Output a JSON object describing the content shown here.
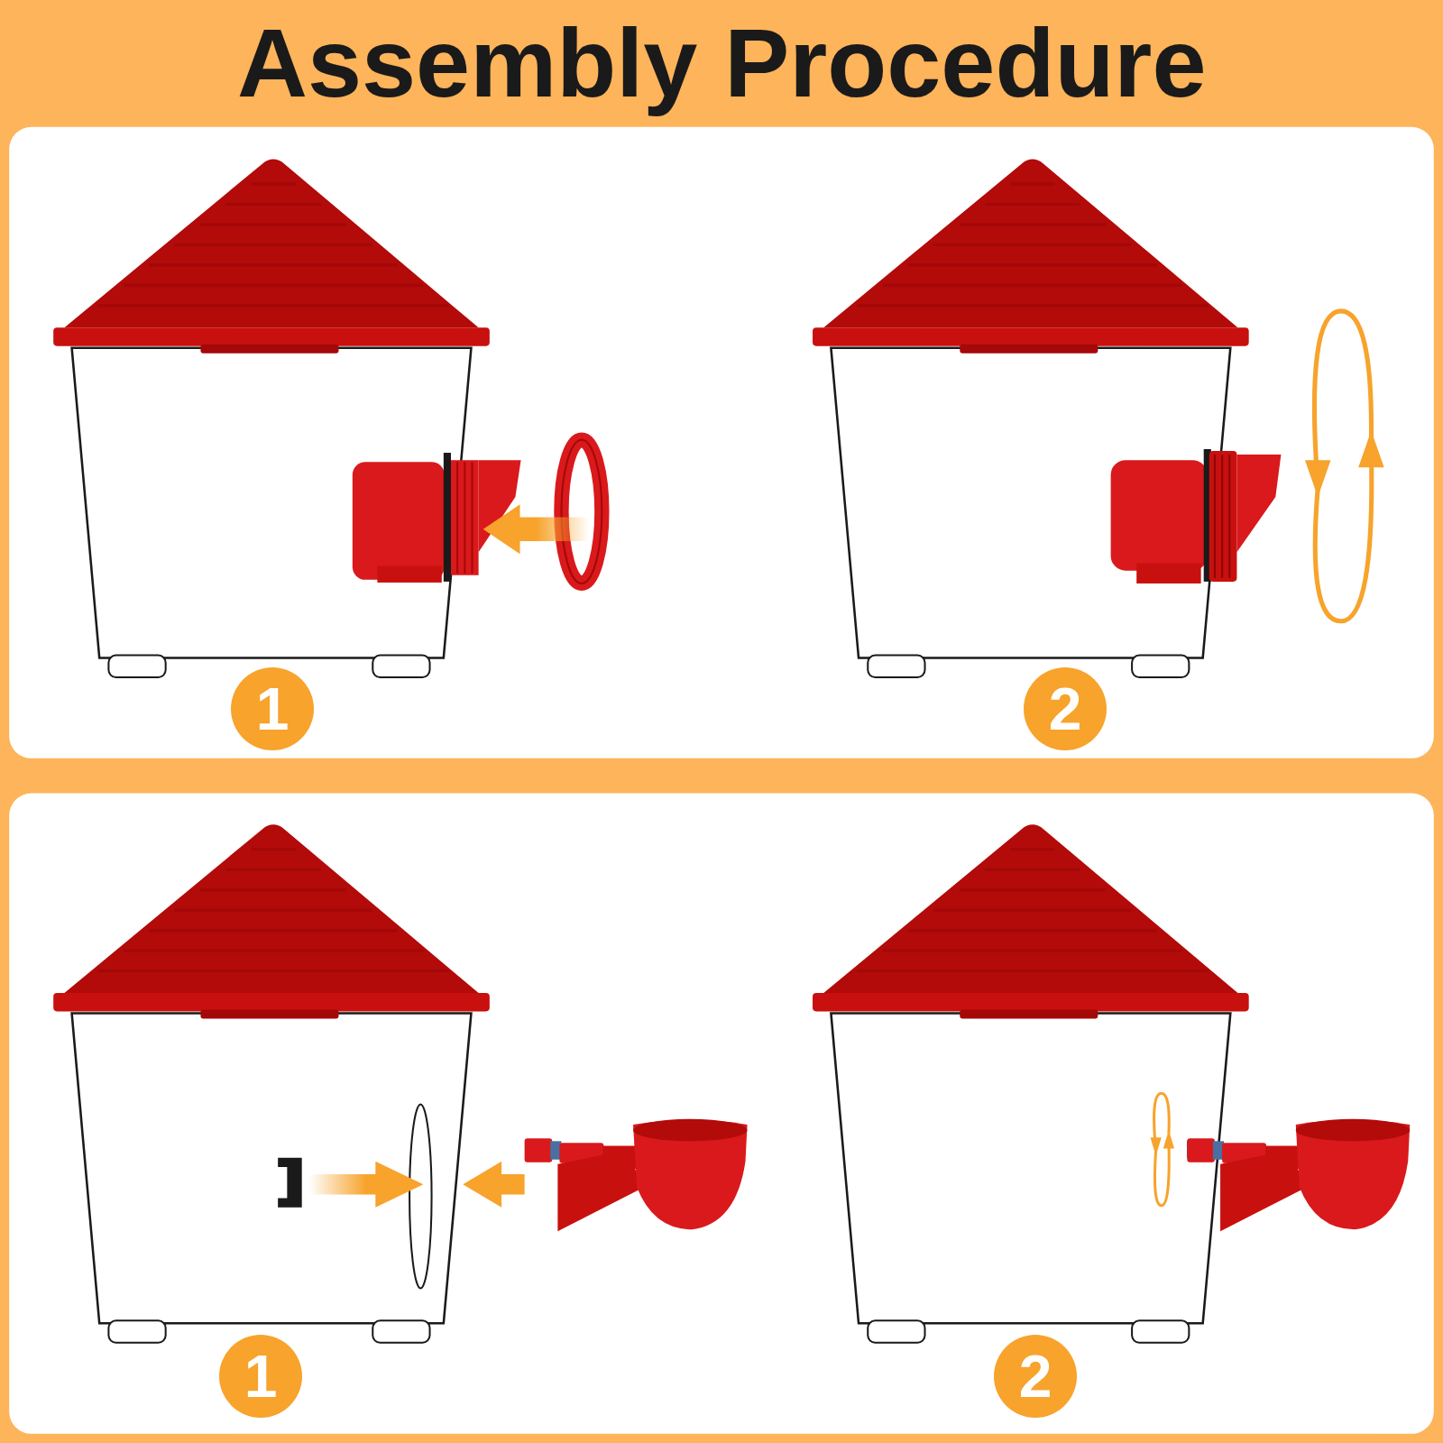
{
  "diagram": {
    "title": "Assembly Procedure",
    "labels": [
      "1",
      "2",
      "1",
      "2"
    ]
  }
}
